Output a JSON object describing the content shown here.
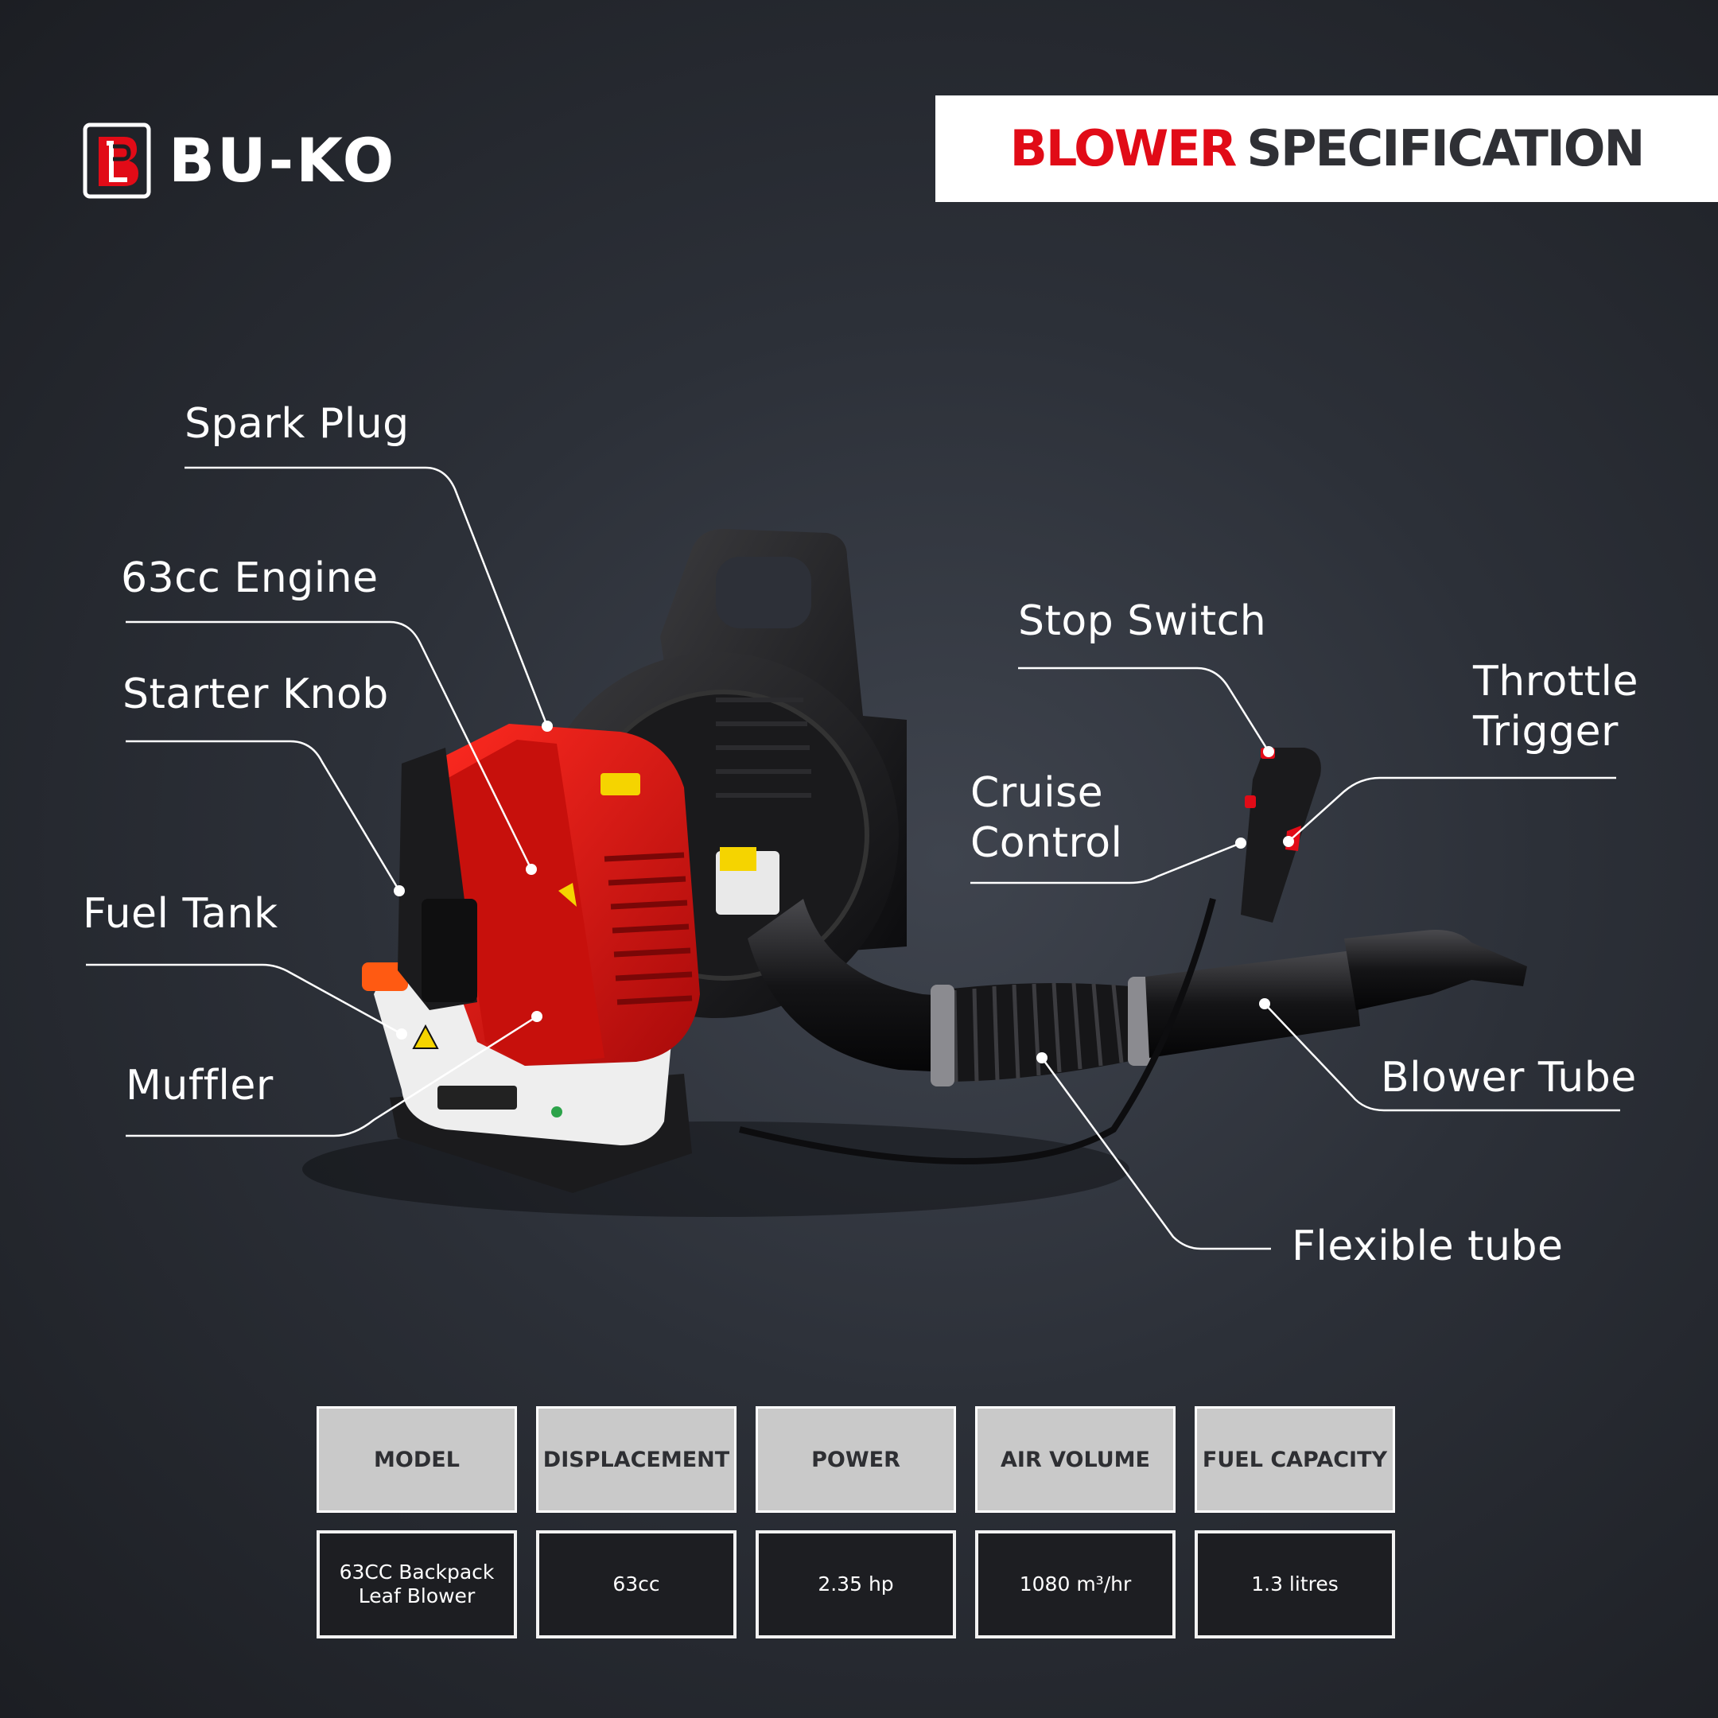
{
  "brand": {
    "name": "BU-KO",
    "colors": {
      "accent": "#e10b17",
      "dark": "#2f3035"
    }
  },
  "banner": {
    "red_word": "BLOWER",
    "dark_word": "SPECIFICATION"
  },
  "callouts": [
    {
      "id": "spark-plug",
      "label": "Spark Plug"
    },
    {
      "id": "engine",
      "label": "63cc Engine"
    },
    {
      "id": "starter-knob",
      "label": "Starter Knob"
    },
    {
      "id": "fuel-tank",
      "label": "Fuel Tank"
    },
    {
      "id": "muffler",
      "label": "Muffler"
    },
    {
      "id": "stop-switch",
      "label": "Stop Switch"
    },
    {
      "id": "throttle-trigger",
      "label": "Throttle\nTrigger"
    },
    {
      "id": "cruise-control",
      "label": "Cruise\nControl"
    },
    {
      "id": "blower-tube",
      "label": "Blower Tube"
    },
    {
      "id": "flexible-tube",
      "label": "Flexible tube"
    }
  ],
  "spec_table": {
    "headers": [
      "MODEL",
      "DISPLACEMENT",
      "POWER",
      "AIR VOLUME",
      "FUEL CAPACITY"
    ],
    "values": [
      "63CC Backpack\nLeaf Blower",
      "63cc",
      "2.35 hp",
      "1080 m³/hr",
      "1.3 litres"
    ]
  }
}
